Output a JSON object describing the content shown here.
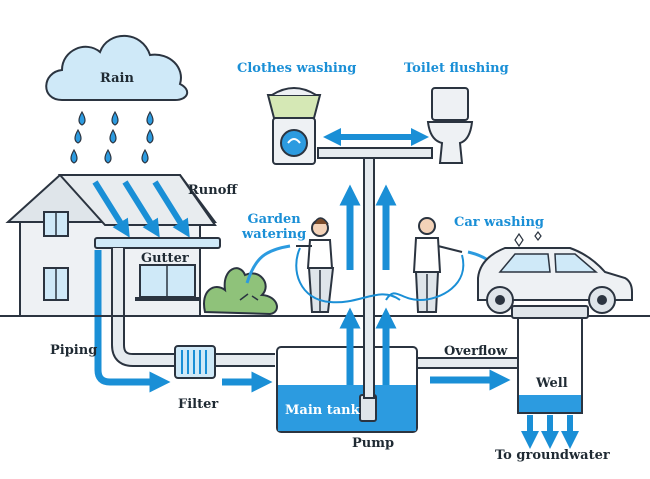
{
  "labels": {
    "rain": "Rain",
    "clothes_washing": "Clothes washing",
    "toilet_flushing": "Toilet flushing",
    "runoff": "Runoff",
    "garden_watering": "Garden\nwatering",
    "car_washing": "Car washing",
    "gutter": "Gutter",
    "piping": "Piping",
    "filter": "Filter",
    "main_tank": "Main tank",
    "pump": "Pump",
    "overflow": "Overflow",
    "well": "Well",
    "to_groundwater": "To groundwater"
  },
  "colors": {
    "blue": "#1a8fd6",
    "light_blue": "#cfe9f8",
    "water": "#2c9be0",
    "outline": "#2b3440",
    "label_dark": "#1f2a33",
    "label_blue": "#1a8fd6",
    "green": "#8fc27a",
    "wall": "#eef1f4"
  },
  "icons": [
    "cloud-icon",
    "raindrop-icon",
    "house-icon",
    "washing-machine-icon",
    "laundry-basket-icon",
    "toilet-icon",
    "woman-gardener-icon",
    "man-icon",
    "car-icon",
    "bush-icon",
    "filter-icon",
    "tank-icon",
    "well-icon",
    "arrow-icon"
  ]
}
